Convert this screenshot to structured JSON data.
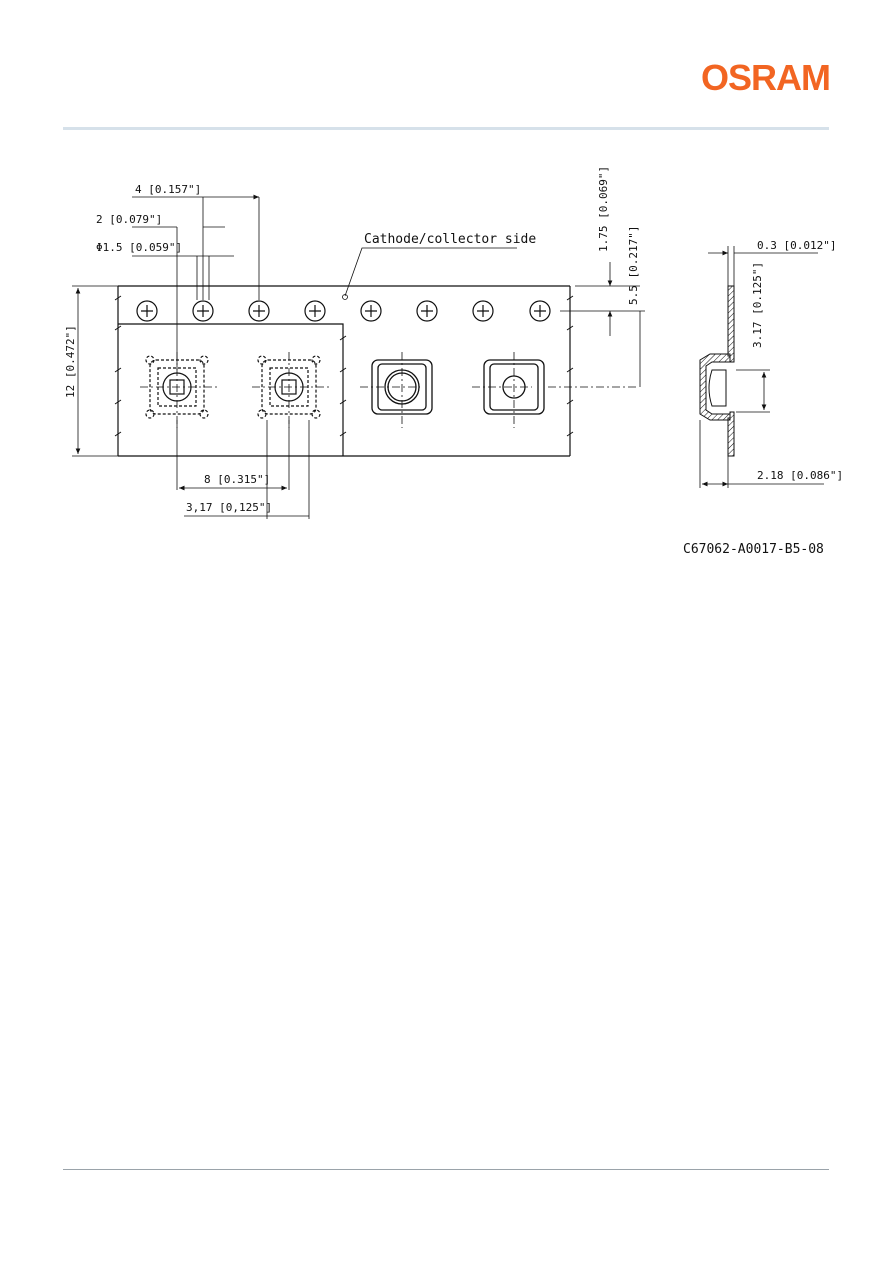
{
  "brand": {
    "logo_text": "OSRAM",
    "color": "#f26522"
  },
  "drawing": {
    "callout": "Cathode/collector side",
    "reference": "C67062-A0017-B5-08",
    "dimensions": {
      "pitch_holes": "4 [0.157\"]",
      "hole_to_center": "2 [0.079\"]",
      "hole_diameter": "Φ1.5 [0.059\"]",
      "tape_width": "12 [0.472\"]",
      "hole_edge": "1.75 [0.069\"]",
      "hole_to_cavity": "5.5 [0.217\"]",
      "pitch_parts": "8 [0.315\"]",
      "cavity_width": "3,17 [0,125\"]",
      "thickness": "0.3 [0.012\"]",
      "cavity_height": "3.17 [0.125\"]",
      "cavity_depth": "2.18 [0.086\"]"
    }
  }
}
